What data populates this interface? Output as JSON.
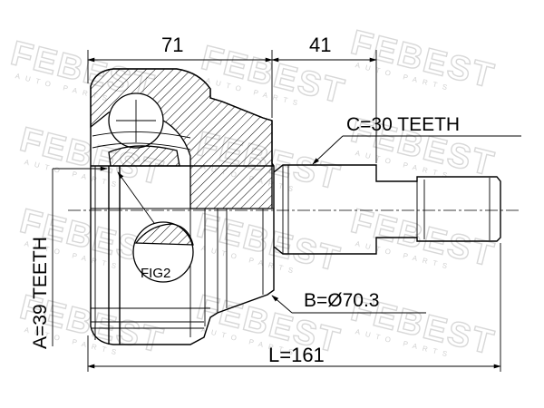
{
  "dimensions": {
    "top_left": "71",
    "top_right": "41",
    "spline_c": "C=30 TEETH",
    "diameter_b": "B=Ø70.3",
    "spline_a": "A=39 TEETH",
    "length": "L=161"
  },
  "figure_label": "FIG2",
  "watermark": {
    "brand": "FEBEST",
    "subtitle": "AUTO PARTS"
  }
}
